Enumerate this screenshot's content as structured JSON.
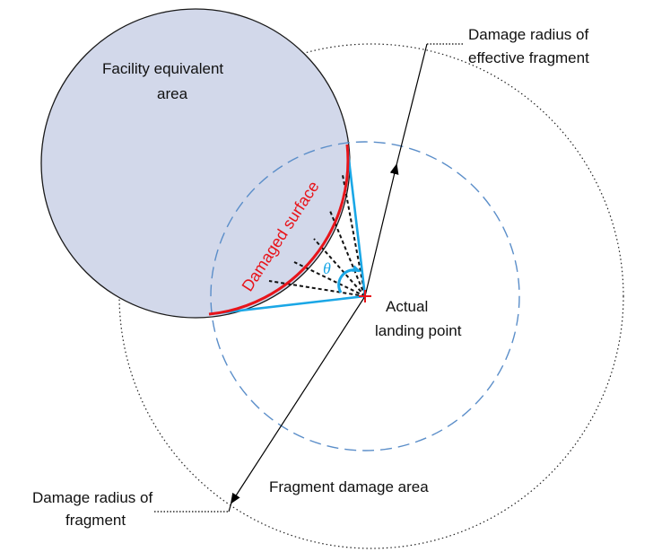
{
  "labels": {
    "facility_line1": "Facility equivalent",
    "facility_line2": "area",
    "damage_radius_eff_line1": "Damage radius of",
    "damage_radius_eff_line2": "effective fragment",
    "damaged_surface": "Damaged surface",
    "theta": "θ",
    "actual_line1": "Actual",
    "actual_line2": "landing point",
    "fragment_area": "Fragment damage area",
    "damage_radius_frag_line1": "Damage radius of",
    "damage_radius_frag_line2": "fragment"
  },
  "colors": {
    "facility_fill": "#d2d8ea",
    "facility_stroke": "#1a1a1a",
    "effective_circle": "#5b8ec9",
    "outer_circle": "#222222",
    "damaged_arc": "#e8141a",
    "rays": "#1aa7e6",
    "dashed_rays": "#111111",
    "landing_mark": "#e8141a",
    "theta": "#1aa7e6"
  }
}
